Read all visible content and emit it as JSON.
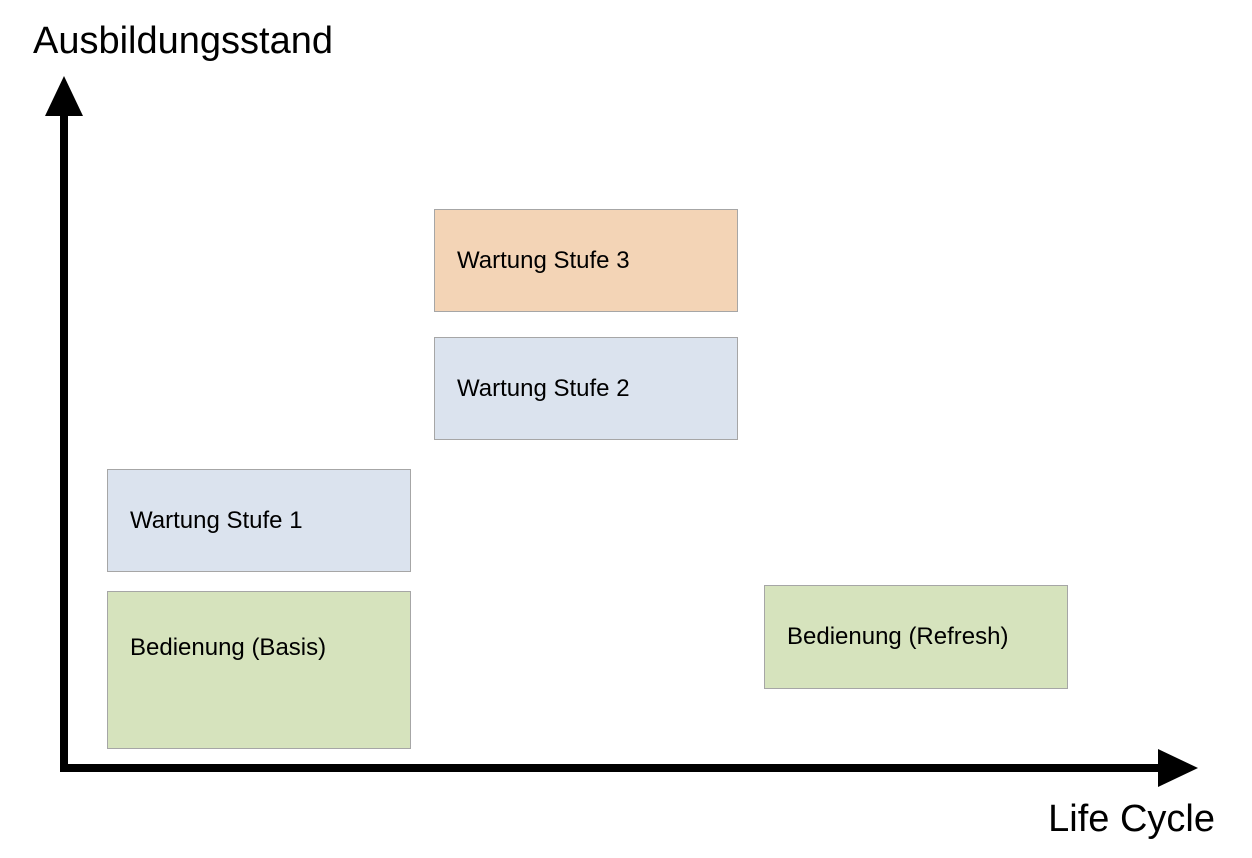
{
  "axes": {
    "y_label": "Ausbildungsstand",
    "x_label": "Life Cycle",
    "color": "#000000"
  },
  "boxes": {
    "basis": {
      "label": "Bedienung (Basis)",
      "color": "#d6e3bd"
    },
    "stufe1": {
      "label": "Wartung Stufe 1",
      "color": "#dbe3ee"
    },
    "stufe2": {
      "label": "Wartung Stufe 2",
      "color": "#dbe3ee"
    },
    "stufe3": {
      "label": "Wartung Stufe 3",
      "color": "#f3d4b6"
    },
    "refresh": {
      "label": "Bedienung (Refresh)",
      "color": "#d6e3bd"
    }
  }
}
